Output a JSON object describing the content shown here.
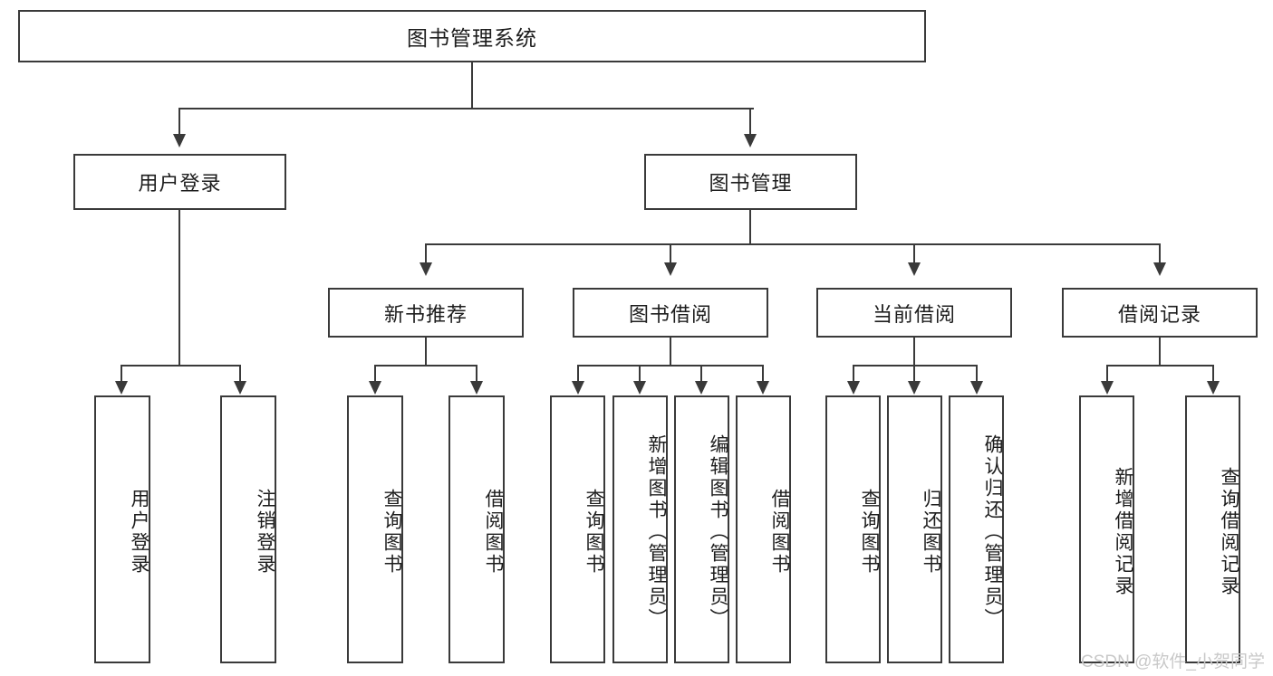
{
  "diagram": {
    "type": "tree-hierarchy-chart",
    "title": "图书管理系统",
    "root": {
      "label": "图书管理系统"
    },
    "level2": [
      {
        "id": "user-login",
        "label": "用户登录"
      },
      {
        "id": "book-management",
        "label": "图书管理"
      }
    ],
    "level3": [
      {
        "id": "new-book-recommend",
        "label": "新书推荐"
      },
      {
        "id": "book-borrow",
        "label": "图书借阅"
      },
      {
        "id": "current-borrow",
        "label": "当前借阅"
      },
      {
        "id": "borrow-record",
        "label": "借阅记录"
      }
    ],
    "leaves": {
      "user_login": [
        {
          "id": "leaf-user-login",
          "label": "用户登录"
        },
        {
          "id": "leaf-logout-login",
          "label": "注销登录"
        }
      ],
      "new_book_recommend": [
        {
          "id": "leaf-query-book-1",
          "label": "查询图书"
        },
        {
          "id": "leaf-borrow-book-1",
          "label": "借阅图书"
        }
      ],
      "book_borrow": [
        {
          "id": "leaf-query-book-2",
          "label": "查询图书"
        },
        {
          "id": "leaf-add-book",
          "label": "新增图书（管理员）"
        },
        {
          "id": "leaf-edit-book",
          "label": "编辑图书（管理员）"
        },
        {
          "id": "leaf-borrow-book-2",
          "label": "借阅图书"
        }
      ],
      "current_borrow": [
        {
          "id": "leaf-query-book-3",
          "label": "查询图书"
        },
        {
          "id": "leaf-return-book",
          "label": "归还图书"
        },
        {
          "id": "leaf-confirm-return",
          "label": "确认归还（管理员）"
        }
      ],
      "borrow_record": [
        {
          "id": "leaf-add-record",
          "label": "新增借阅记录"
        },
        {
          "id": "leaf-query-record",
          "label": "查询借阅记录"
        }
      ]
    }
  },
  "watermark": {
    "text": "CSDN @软件_小贺同学"
  },
  "colors": {
    "stroke": "#3a3a3a",
    "background": "#ffffff",
    "text": "#1d1d1d",
    "watermark": "#c9c9c9"
  }
}
